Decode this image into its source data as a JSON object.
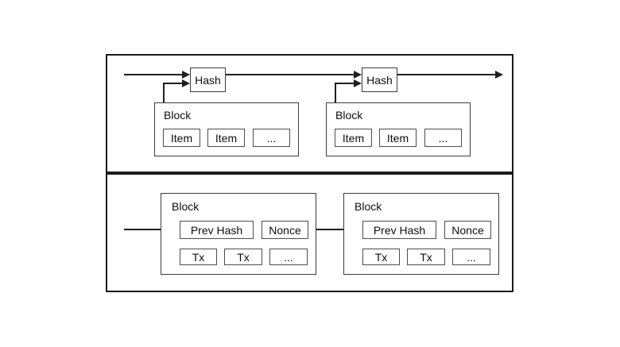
{
  "colors": {
    "background": "#ffffff",
    "panel_border": "#1b1b1b",
    "block_border": "#3c3c3c",
    "box_border": "#4d4d4d",
    "line": "#1f1f1f",
    "text": "#0d0d0d"
  },
  "top_panel": {
    "groups": [
      {
        "hash_label": "Hash",
        "block_label": "Block",
        "items": [
          "Item",
          "Item",
          "..."
        ]
      },
      {
        "hash_label": "Hash",
        "block_label": "Block",
        "items": [
          "Item",
          "Item",
          "..."
        ]
      }
    ]
  },
  "bottom_panel": {
    "blocks": [
      {
        "label": "Block",
        "prev_hash_label": "Prev Hash",
        "nonce_label": "Nonce",
        "txs": [
          "Tx",
          "Tx",
          "..."
        ]
      },
      {
        "label": "Block",
        "prev_hash_label": "Prev Hash",
        "nonce_label": "Nonce",
        "txs": [
          "Tx",
          "Tx",
          "..."
        ]
      }
    ]
  }
}
